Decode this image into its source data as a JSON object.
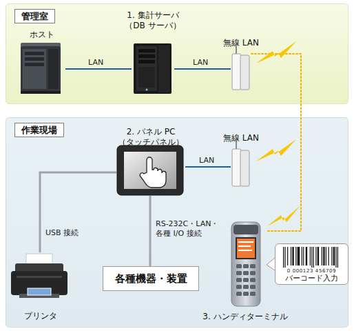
{
  "diagram": {
    "nodes": [
      {
        "text": [
          "管理室"
        ]
      },
      {
        "text": [
          "ホスト"
        ],
        "in": 0
      },
      {
        "text": [
          "1. 集計サーバ （DB サーバ）"
        ],
        "in": 0
      },
      {
        "text": [
          "無線 LAN"
        ],
        "in": 0
      },
      {
        "text": [
          "作業現場"
        ]
      },
      {
        "text": [
          "2. パネル PC （タッチパネル）"
        ],
        "in": 4
      },
      {
        "text": [
          "無線 LAN"
        ],
        "in": 4
      },
      {
        "text": [
          "プリンタ"
        ],
        "in": 4
      },
      {
        "text": [
          "各種機器・装置"
        ],
        "in": 4
      },
      {
        "text": [
          "3. ハンディターミナル"
        ],
        "in": 4
      },
      {
        "text": [
          "0 000123 456709",
          "バーコード入力"
        ],
        "in": 4
      }
    ],
    "edges": [
      {
        "from": 1,
        "to": 2,
        "label": "LAN",
        "arrow": "none"
      },
      {
        "from": 2,
        "to": 3,
        "label": "LAN",
        "arrow": "none"
      },
      {
        "from": 3,
        "to": 9,
        "arrow": "none"
      },
      {
        "from": 5,
        "to": 6,
        "label": "LAN",
        "arrow": "none"
      },
      {
        "from": 5,
        "to": 7,
        "label": "USB 接続",
        "arrow": "none"
      },
      {
        "from": 5,
        "to": 8,
        "label": "RS-232C・LAN・ 各種 I/O 接続",
        "arrow": "none"
      }
    ]
  }
}
